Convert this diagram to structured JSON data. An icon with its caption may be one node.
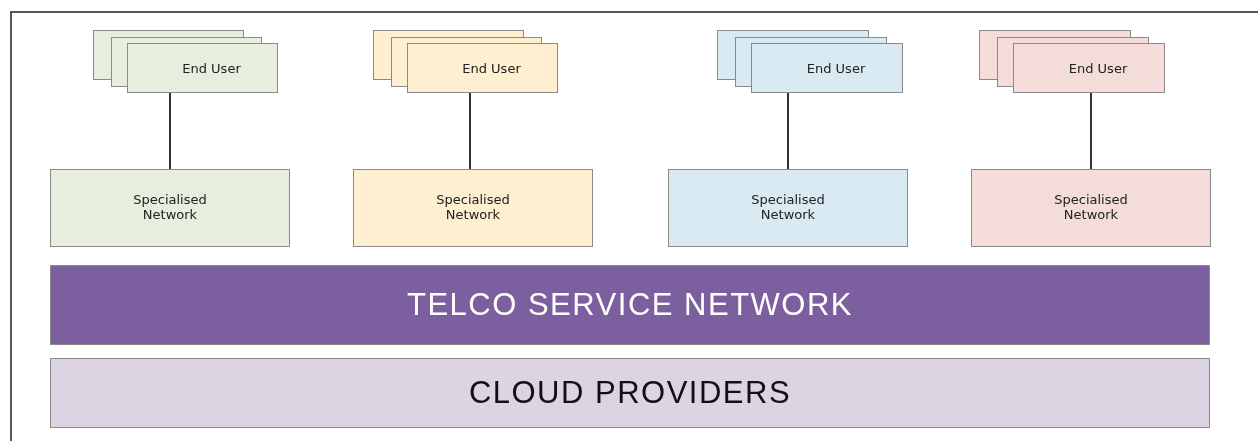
{
  "diagram": {
    "nodes": [
      {
        "text": [
          "End User"
        ]
      },
      {
        "text": [
          "End User"
        ]
      },
      {
        "text": [
          "End User"
        ]
      },
      {
        "text": [
          "End User"
        ]
      },
      {
        "text": [
          "Specialised Network"
        ]
      },
      {
        "text": [
          "Specialised Network"
        ]
      },
      {
        "text": [
          "Specialised Network"
        ]
      },
      {
        "text": [
          "Specialised Network"
        ]
      },
      {
        "text": [
          "TELCO SERVICE NETWORK"
        ]
      },
      {
        "text": [
          "CLOUD PROVIDERS"
        ]
      }
    ],
    "edges": [
      {
        "from": 0,
        "to": 4,
        "arrow": "none"
      },
      {
        "from": 1,
        "to": 5,
        "arrow": "none"
      },
      {
        "from": 2,
        "to": 6,
        "arrow": "none"
      },
      {
        "from": 3,
        "to": 7,
        "arrow": "none"
      }
    ]
  }
}
